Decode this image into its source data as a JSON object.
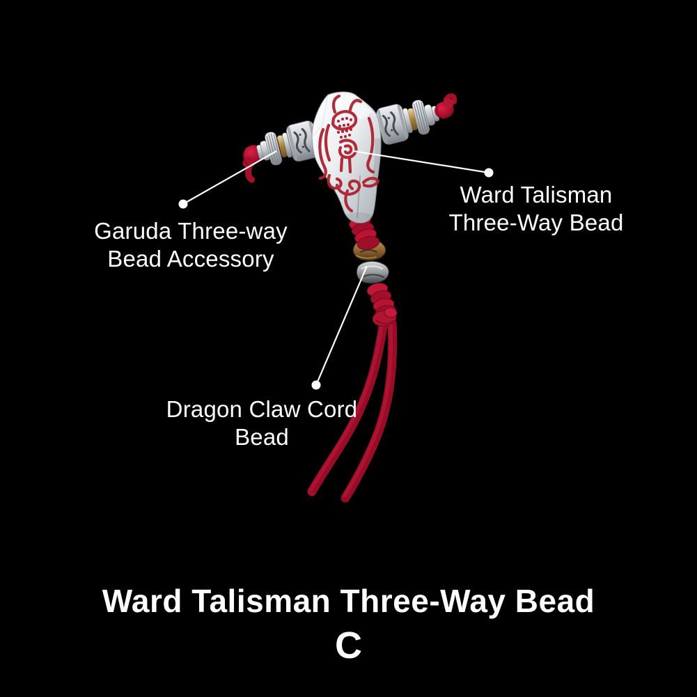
{
  "page": {
    "background": "#000000",
    "text_color": "#ffffff",
    "callout_color": "#ffffff"
  },
  "product": {
    "title": "Ward Talisman Three-Way Bead",
    "variant": "C",
    "colors": {
      "cord-red": "#b51230",
      "cord-red-dark": "#70081f",
      "cord-red-light": "#d62247",
      "enamel-red": "#ad2230",
      "silver-light": "#f7f8f9",
      "silver-mid": "#c3c8cc",
      "silver-dark": "#878d93",
      "brass-gold": "#c2a25c",
      "bronze": "#8a6434"
    }
  },
  "annotations": [
    {
      "id": "garuda-three-way-bead-accessory",
      "line1": "Garuda Three-way",
      "line2": "Bead Accessory"
    },
    {
      "id": "ward-talisman-three-way-bead",
      "line1": "Ward Talisman",
      "line2": "Three-Way Bead"
    },
    {
      "id": "dragon-claw-cord-bead",
      "line1": "Dragon Claw Cord",
      "line2": "Bead"
    }
  ],
  "footer": {
    "title": "Ward Talisman Three-Way Bead",
    "variant_label": "C"
  }
}
